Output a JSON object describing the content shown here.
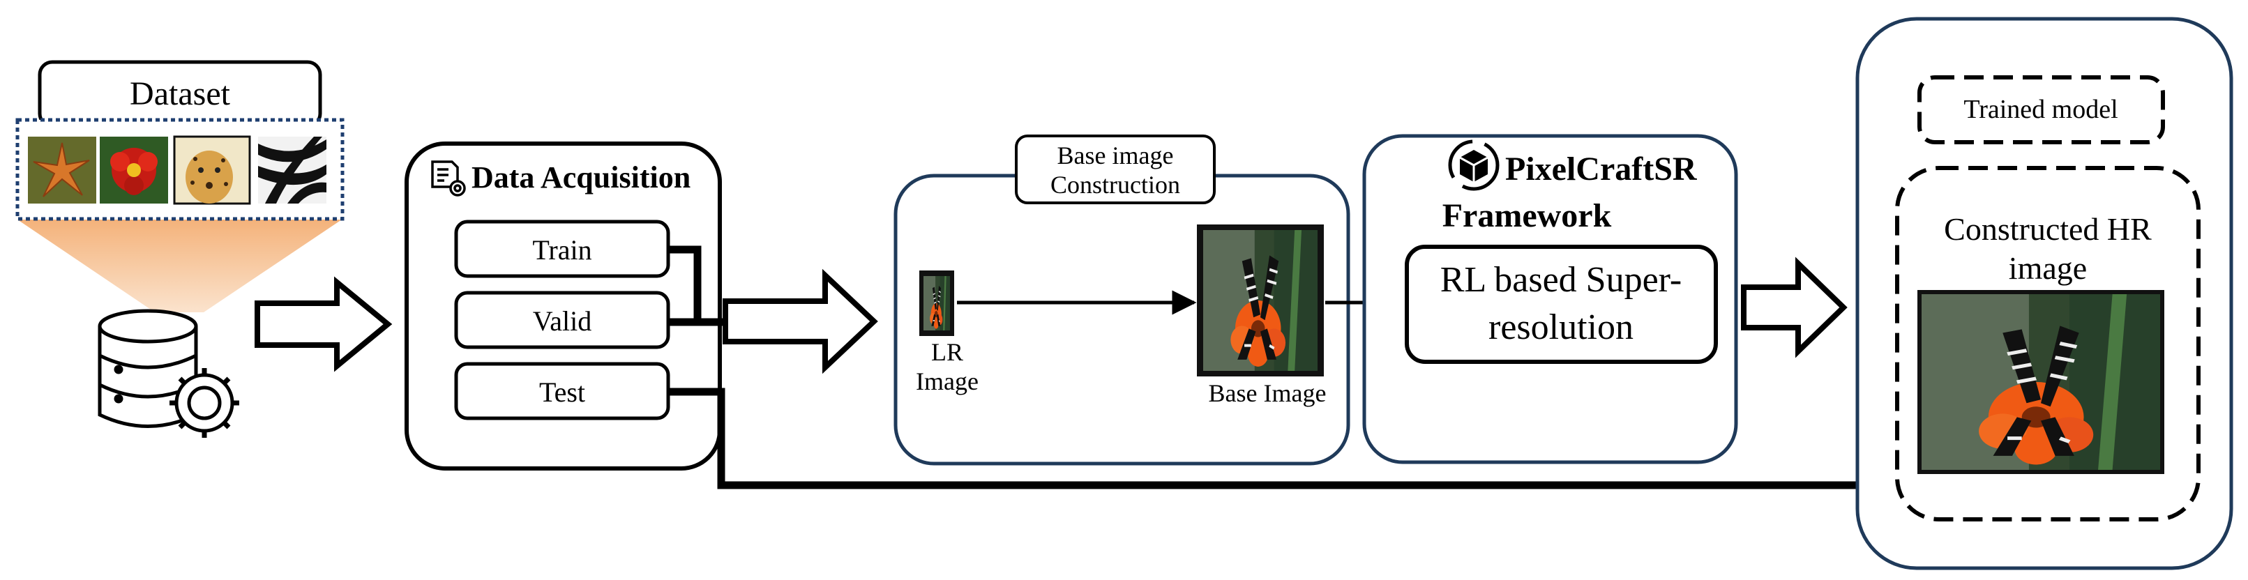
{
  "dataset": {
    "title": "Dataset"
  },
  "acquisition": {
    "title": "Data Acquisition",
    "train": "Train",
    "valid": "Valid",
    "test": "Test"
  },
  "base_construction": {
    "title_line1": "Base image",
    "title_line2": "Construction",
    "lr_line1": "LR",
    "lr_line2": "Image",
    "base_label": "Base Image"
  },
  "framework": {
    "title_line1": "PixelCraftSR",
    "title_line2": "Framework",
    "rl_line1": "RL based Super-",
    "rl_line2": "resolution"
  },
  "output": {
    "trained_model": "Trained model",
    "hr_line1": "Constructed HR",
    "hr_line2": "image"
  },
  "colors": {
    "panel_border": "#1f3a5a",
    "dataset_border": "#1f3f70",
    "funnel": "#f5c49e",
    "flower": "#f05a14",
    "foliage": "#2f5a2e"
  }
}
